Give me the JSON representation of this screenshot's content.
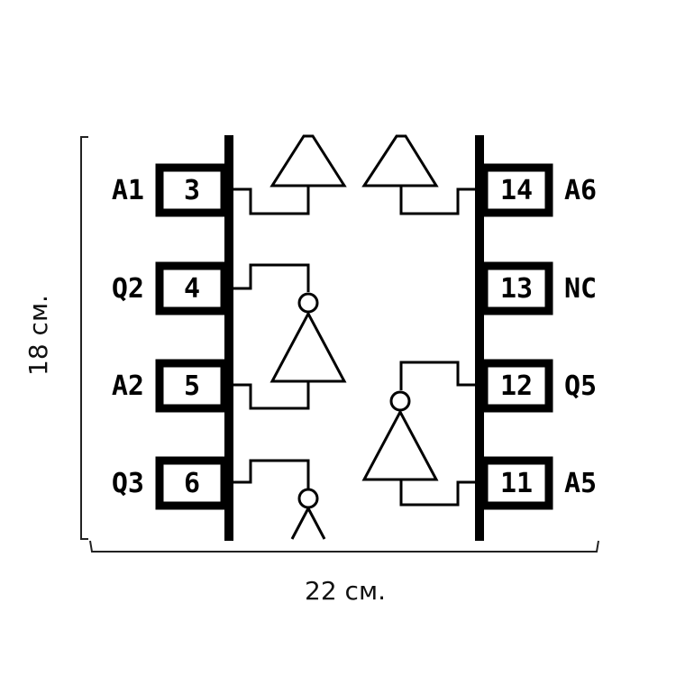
{
  "left_pins": [
    {
      "number": "3",
      "label": "A1"
    },
    {
      "number": "4",
      "label": "Q2"
    },
    {
      "number": "5",
      "label": "A2"
    },
    {
      "number": "6",
      "label": "Q3"
    }
  ],
  "right_pins": [
    {
      "number": "14",
      "label": "A6"
    },
    {
      "number": "13",
      "label": "NC"
    },
    {
      "number": "12",
      "label": "Q5"
    },
    {
      "number": "11",
      "label": "A5"
    }
  ],
  "dimensions": {
    "height_label": "18 см.",
    "width_label": "22 см."
  }
}
